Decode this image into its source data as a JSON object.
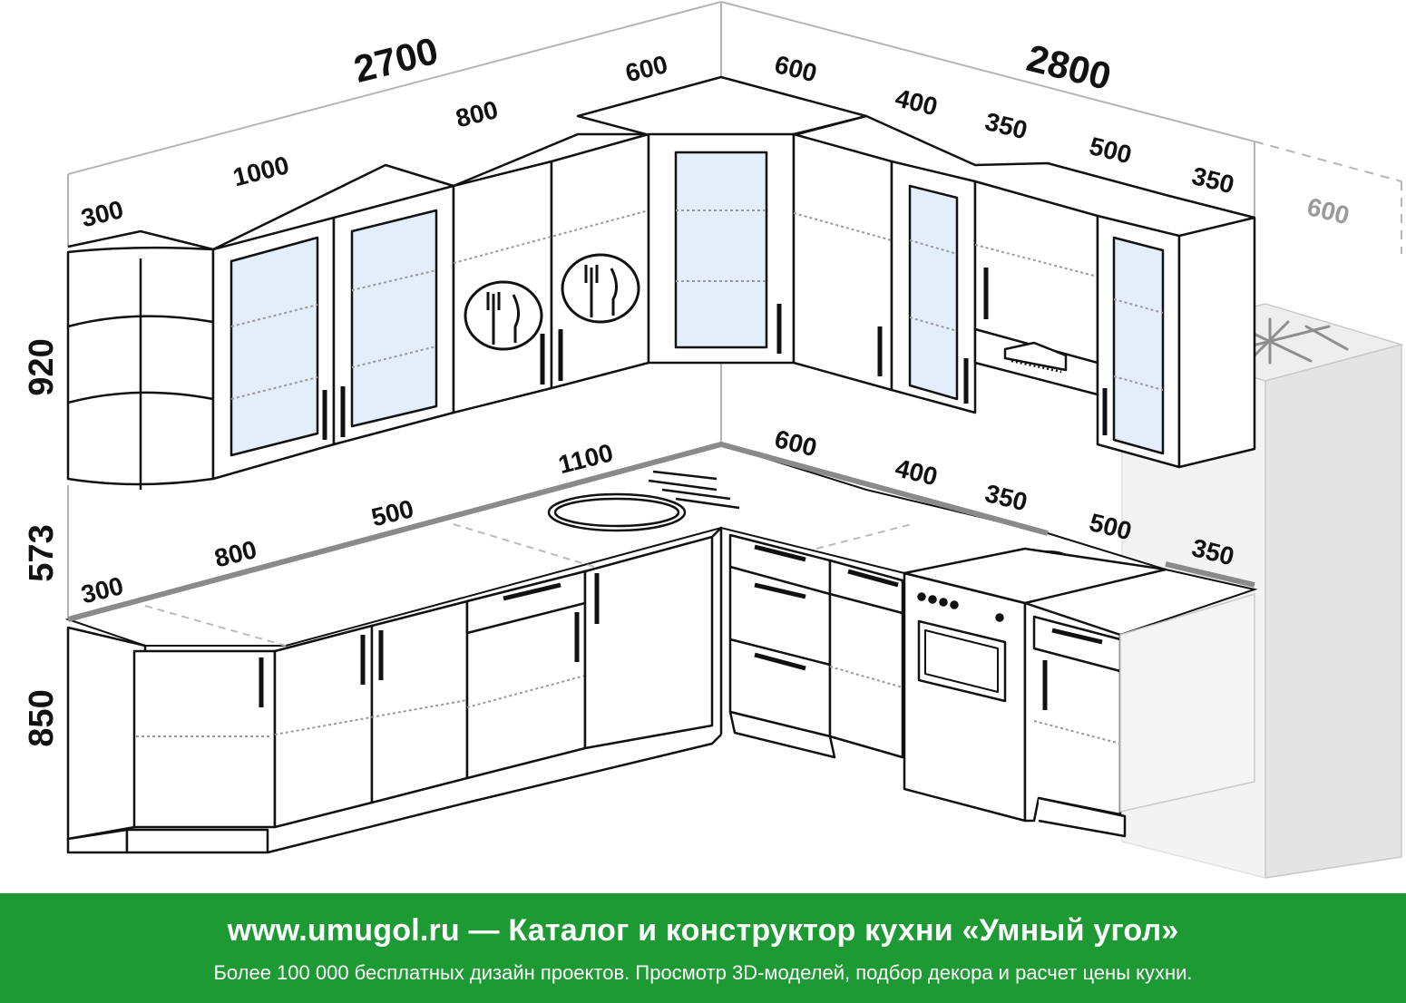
{
  "wall_dimensions": {
    "left_wall": "2700",
    "right_wall": "2800"
  },
  "height_dimensions": {
    "upper": "920",
    "gap": "573",
    "lower": "850"
  },
  "upper_module_widths": {
    "left": [
      "300",
      "1000",
      "800",
      "600"
    ],
    "right": [
      "600",
      "400",
      "350",
      "500",
      "350"
    ],
    "fridge": "600"
  },
  "lower_module_widths": {
    "left": [
      "300",
      "800",
      "500",
      "1100"
    ],
    "right": [
      "600",
      "400",
      "350",
      "500",
      "350"
    ]
  },
  "colors": {
    "footer_bg": "#1e9a35",
    "countertop_edge": "#8a8a8a",
    "glass": "#e3eefa",
    "fridge_ghost": "#e6e6e6"
  },
  "icons": [
    "cutlery-icon",
    "cutlery-icon",
    "snowflake-icon",
    "sink-icon",
    "hob-icon",
    "oven-icon",
    "hood-icon"
  ],
  "footer": {
    "title": "www.umugol.ru — Каталог и конструктор кухни «Умный угол»",
    "subtitle": "Более 100 000 бесплатных дизайн проектов. Просмотр 3D-моделей, подбор декора и расчет цены кухни."
  }
}
